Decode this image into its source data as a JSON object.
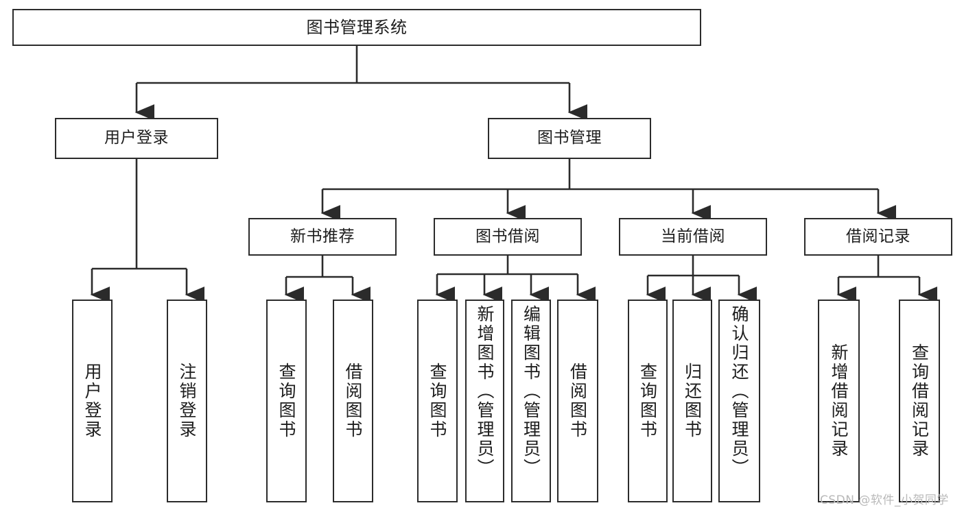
{
  "diagram": {
    "type": "tree",
    "title": "图书管理系统",
    "orientation": "top-down",
    "colors": {
      "box_border": "#2b2b2b",
      "box_fill": "#ffffff",
      "edge": "#2b2b2b",
      "text": "#1d1d1d",
      "watermark": "#b9b9b9",
      "background": "#ffffff"
    },
    "root": {
      "label": "图书管理系统"
    },
    "level2": [
      {
        "label": "用户登录"
      },
      {
        "label": "图书管理"
      }
    ],
    "level3": [
      {
        "label": "新书推荐"
      },
      {
        "label": "图书借阅"
      },
      {
        "label": "当前借阅"
      },
      {
        "label": "借阅记录"
      }
    ],
    "leaves": {
      "user_login": [
        {
          "label": "用户登录"
        },
        {
          "label": "注销登录"
        }
      ],
      "new_book_recommend": [
        {
          "label": "查询图书"
        },
        {
          "label": "借阅图书"
        }
      ],
      "book_borrow": [
        {
          "label": "查询图书"
        },
        {
          "label": "新增图书（管理员）"
        },
        {
          "label": "编辑图书（管理员）"
        },
        {
          "label": "借阅图书"
        }
      ],
      "current_borrow": [
        {
          "label": "查询图书"
        },
        {
          "label": "归还图书"
        },
        {
          "label": "确认归还（管理员）"
        }
      ],
      "borrow_record": [
        {
          "label": "新增借阅记录"
        },
        {
          "label": "查询借阅记录"
        }
      ]
    }
  },
  "watermark": {
    "text": "CSDN @软件_小贺同学"
  }
}
